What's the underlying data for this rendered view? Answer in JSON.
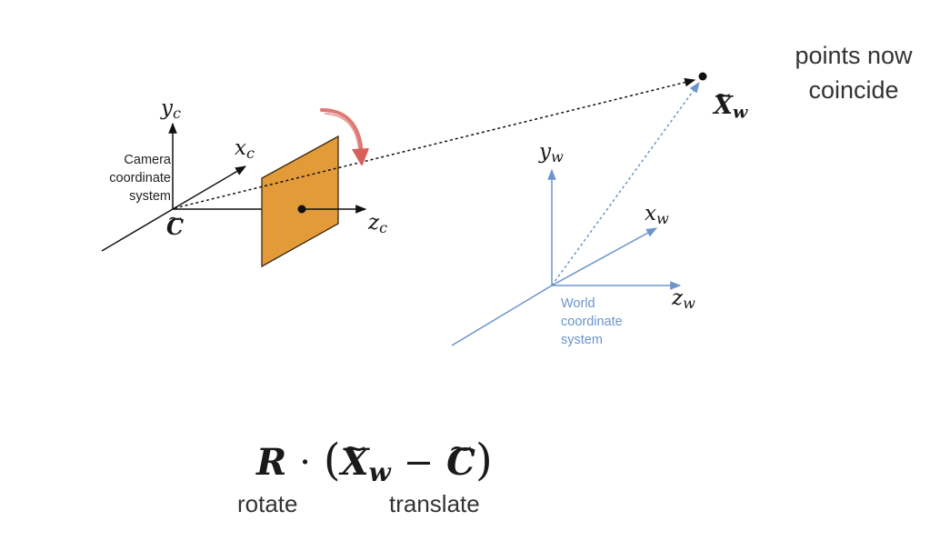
{
  "camera": {
    "axis_y": "y",
    "axis_y_sub": "c",
    "axis_x": "x",
    "axis_x_sub": "c",
    "axis_z": "z",
    "axis_z_sub": "c",
    "caption": [
      "Camera",
      "coordinate",
      "system"
    ],
    "center_symbol": "C",
    "tilde": "~"
  },
  "world": {
    "axis_y": "y",
    "axis_y_sub": "w",
    "axis_x": "x",
    "axis_x_sub": "w",
    "axis_z": "z",
    "axis_z_sub": "w",
    "caption": [
      "World",
      "coordinate",
      "system"
    ],
    "point_symbol": "X",
    "point_sub": "w"
  },
  "note": [
    "points now",
    "coincide"
  ],
  "formula": {
    "rotation": "R",
    "dot": "·",
    "open_paren": "(",
    "point": "X",
    "point_sub": "w",
    "minus": "−",
    "center": "C",
    "close_paren": ")"
  },
  "labels": {
    "rotate": "rotate",
    "translate": "translate"
  },
  "colors": {
    "world_axes": "#6b95cc",
    "image_plane_fill": "#e29b38",
    "image_plane_stroke": "#3a2a10",
    "rotation_arrow": "#d9605a",
    "ink": "#111111"
  }
}
